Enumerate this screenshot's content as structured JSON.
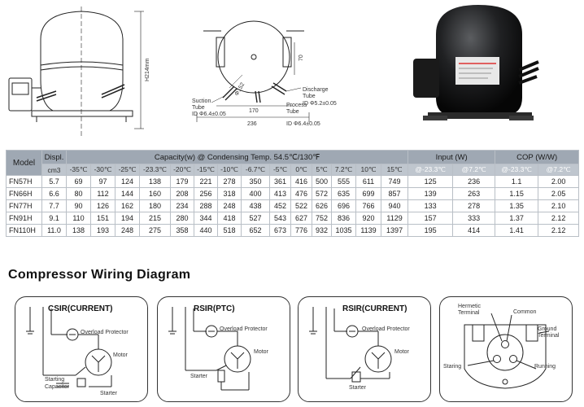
{
  "dimensions": {
    "height_label": "H214mm",
    "dim_70": "70",
    "dim_152": "Φ152",
    "dim_170": "170",
    "dim_236": "236"
  },
  "tubes": {
    "suction": [
      "Suction",
      "Tube",
      "ID Φ6.4±0.05"
    ],
    "discharge": [
      "Discharge",
      "Tube",
      "ID Φ5.2±0.05"
    ],
    "process": [
      "Process",
      "Tube",
      "ID Φ6.4±0.05"
    ]
  },
  "table": {
    "model_header": "Model",
    "displ_header": "Displ.",
    "displ_unit": "cm3",
    "capacity_header": "Capacity(w) @ Condensing Temp. 54.5℃/130℉",
    "input_header": "Input (W)",
    "cop_header": "COP (W/W)",
    "temps": [
      "-35℃",
      "-30℃",
      "-25℃",
      "-23.3℃",
      "-20℃",
      "-15℃",
      "-10℃",
      "-6.7℃",
      "-5℃",
      "0℃",
      "5℃",
      "7.2℃",
      "10℃",
      "15℃"
    ],
    "input_temps": [
      "@-23.3℃",
      "@7.2℃"
    ],
    "cop_temps": [
      "@-23.3℃",
      "@7.2℃"
    ],
    "rows": [
      [
        "FN57H",
        "5.7",
        "69",
        "97",
        "124",
        "138",
        "179",
        "221",
        "278",
        "350",
        "361",
        "416",
        "500",
        "555",
        "611",
        "749",
        "125",
        "236",
        "1.1",
        "2.00"
      ],
      [
        "FN66H",
        "6.6",
        "80",
        "112",
        "144",
        "160",
        "208",
        "256",
        "318",
        "400",
        "413",
        "476",
        "572",
        "635",
        "699",
        "857",
        "139",
        "263",
        "1.15",
        "2.05"
      ],
      [
        "FN77H",
        "7.7",
        "90",
        "126",
        "162",
        "180",
        "234",
        "288",
        "248",
        "438",
        "452",
        "522",
        "626",
        "696",
        "766",
        "940",
        "133",
        "278",
        "1.35",
        "2.10"
      ],
      [
        "FN91H",
        "9.1",
        "110",
        "151",
        "194",
        "215",
        "280",
        "344",
        "418",
        "527",
        "543",
        "627",
        "752",
        "836",
        "920",
        "1129",
        "157",
        "333",
        "1.37",
        "2.12"
      ],
      [
        "FN110H",
        "11.0",
        "138",
        "193",
        "248",
        "275",
        "358",
        "440",
        "518",
        "652",
        "673",
        "776",
        "932",
        "1035",
        "1139",
        "1397",
        "195",
        "414",
        "1.41",
        "2.12"
      ]
    ]
  },
  "wiring": {
    "section_title": "Compressor Wiring Diagram",
    "csir_current": {
      "title": "CSIR(CURRENT)",
      "overload": "Overload Protector",
      "motor": "Motor",
      "starting_capacitor": [
        "Starting",
        "Capacitor"
      ],
      "starter": "Starter"
    },
    "rsir_ptc": {
      "title": "RSIR(PTC)",
      "overload": "Overload Protector",
      "motor": "Motor",
      "starter": "Starter"
    },
    "rsir_current": {
      "title": "RSIR(CURRENT)",
      "overload": "Overload Protector",
      "motor": "Motor",
      "starter": "Starter"
    },
    "terminal": {
      "hermetic": [
        "Hermetic",
        "Terminal"
      ],
      "common": "Common",
      "ground": [
        "Ground",
        "Terminal"
      ],
      "staring": "Staring",
      "running": "Running"
    }
  }
}
